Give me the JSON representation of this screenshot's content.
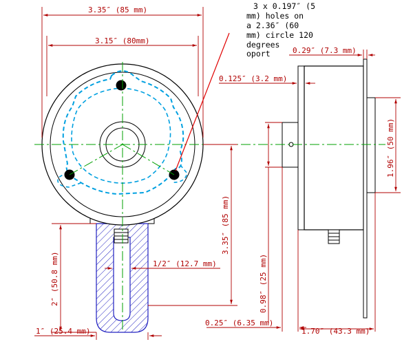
{
  "drawing": {
    "note_lines": [
      "3 x 0.197″ (5",
      "mm) holes on",
      "a 2.36″ (60",
      "mm) circle 120",
      "degrees",
      "oport"
    ],
    "dims": {
      "overall_width": "3.35″ (85 mm)",
      "pcd_width": "3.15″ (80mm)",
      "body_depth": "0.29″ (7.3 mm)",
      "flange_thk": "0.125″ (3.2 mm)",
      "hub_dia": "1.96″ (50 mm)",
      "overall_height": "3.35″ (85 mm)",
      "arm_length": "2″ (50.8 mm)",
      "slot_width": "1/2″ (12.7 mm)",
      "arm_width": "1″ (25.4 mm)",
      "center_height": "0.98″ (25 mm)",
      "shaft_len": "0.25″ (6.35 mm)",
      "total_depth": "1.70″ (43.3 mm)"
    },
    "colors": {
      "outline": "#000000",
      "dimension": "#b00000",
      "centerline": "#00a000",
      "hidden": "#00a0e0",
      "hatch": "#2020c0",
      "leader": "#e00000"
    }
  }
}
